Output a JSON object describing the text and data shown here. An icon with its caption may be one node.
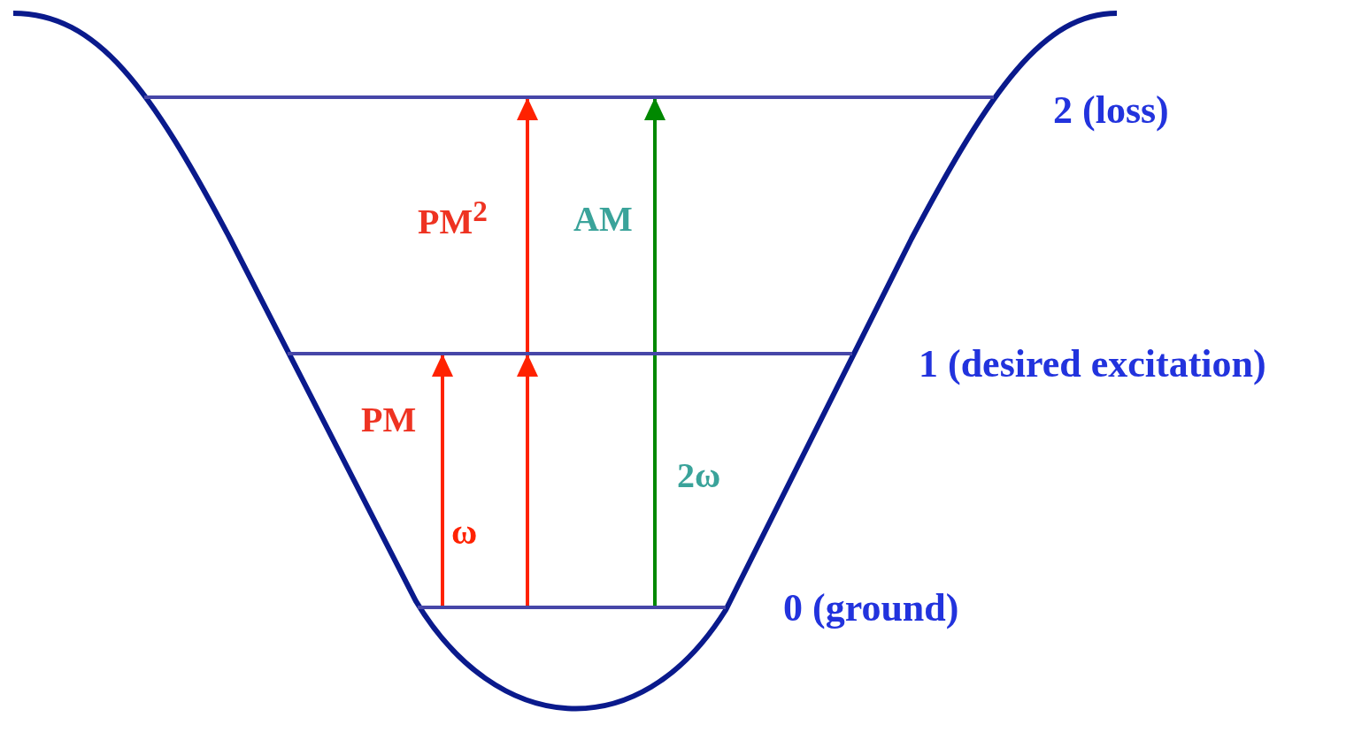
{
  "diagram": {
    "nodes": [
      {
        "text": [],
        "shape": "bar",
        "beside": [
          "0 (ground)"
        ]
      },
      {
        "text": [],
        "shape": "bar",
        "beside": [
          "1 (desired excitation)"
        ]
      },
      {
        "text": [],
        "shape": "bar",
        "beside": [
          "2 (loss)"
        ]
      }
    ],
    "edges": [
      {
        "from": 0,
        "to": 1,
        "arrow": "to",
        "label": "ω"
      },
      {
        "from": 0,
        "to": 1,
        "arrow": "to"
      },
      {
        "from": 1,
        "to": 2,
        "arrow": "to"
      },
      {
        "from": 0,
        "to": 2,
        "arrow": "to",
        "label": "2ω",
        "color": "#008800"
      }
    ],
    "labels": [
      "PM",
      "PM$^{2}$",
      "AM"
    ]
  }
}
